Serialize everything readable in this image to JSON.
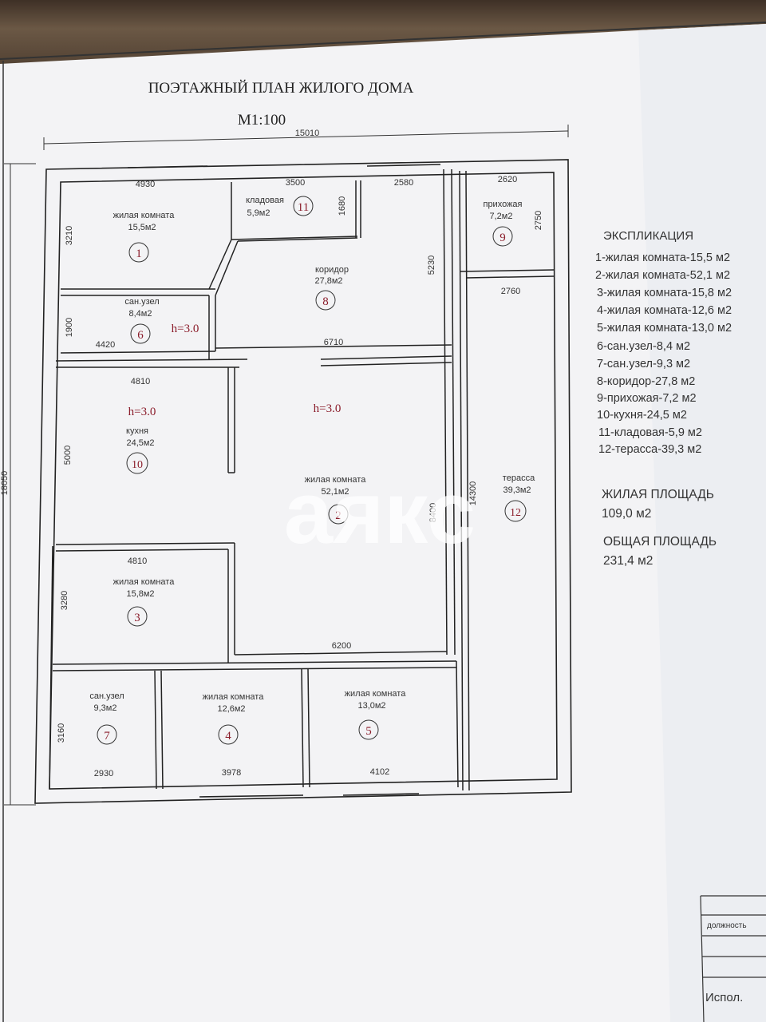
{
  "title": "ПОЭТАЖНЫЙ ПЛАН  ЖИЛОГО ДОМА",
  "scale": "М1:100",
  "overall": {
    "width": "15010",
    "height": "18050"
  },
  "rooms": [
    {
      "num": "1",
      "name": "жилая комната",
      "area": "15,5м2"
    },
    {
      "num": "2",
      "name": "жилая комната",
      "area": "52,1м2"
    },
    {
      "num": "3",
      "name": "жилая комната",
      "area": "15,8м2"
    },
    {
      "num": "4",
      "name": "жилая комната",
      "area": "12,6м2"
    },
    {
      "num": "5",
      "name": "жилая комната",
      "area": "13,0м2"
    },
    {
      "num": "6",
      "name": "сан.узел",
      "area": "8,4м2"
    },
    {
      "num": "7",
      "name": "сан.узел",
      "area": "9,3м2"
    },
    {
      "num": "8",
      "name": "коридор",
      "area": "27,8м2"
    },
    {
      "num": "9",
      "name": "прихожая",
      "area": "7,2м2"
    },
    {
      "num": "10",
      "name": "кухня",
      "area": "24,5м2"
    },
    {
      "num": "11",
      "name": "кладовая",
      "area": "5,9м2"
    },
    {
      "num": "12",
      "name": "терасса",
      "area": "39,3м2"
    }
  ],
  "heights": [
    "h=3.0",
    "h=3.0",
    "h=3.0"
  ],
  "dimensions": {
    "d4930": "4930",
    "d3500": "3500",
    "d2580": "2580",
    "d2620": "2620",
    "d3210": "3210",
    "d1680": "1680",
    "d5230": "5230",
    "d2750": "2750",
    "d2760": "2760",
    "d1900": "1900",
    "d4420": "4420",
    "d6710": "6710",
    "d4810a": "4810",
    "d5000": "5000",
    "d14300": "14300",
    "d8400": "8400",
    "d4810b": "4810",
    "d3280": "3280",
    "d6200": "6200",
    "d3160": "3160",
    "d2930": "2930",
    "d3978": "3978",
    "d4102": "4102"
  },
  "explication": {
    "heading": "ЭКСПЛИКАЦИЯ",
    "items": [
      "1-жилая комната-15,5 м2",
      "2-жилая комната-52,1 м2",
      "3-жилая комната-15,8 м2",
      "4-жилая комната-12,6 м2",
      "5-жилая комната-13,0 м2",
      "6-сан.узел-8,4 м2",
      "7-сан.узел-9,3 м2",
      "8-коридор-27,8 м2",
      "9-прихожая-7,2 м2",
      "10-кухня-24,5 м2",
      "11-кладовая-5,9 м2",
      "12-терасса-39,3 м2"
    ]
  },
  "living_area": {
    "label": "ЖИЛАЯ ПЛОЩАДЬ",
    "value": "109,0 м2"
  },
  "total_area": {
    "label": "ОБЩАЯ ПЛОЩАДЬ",
    "value": "231,4 м2"
  },
  "title_block": {
    "position": "должность",
    "executor": "Испол."
  },
  "watermark": "аякс",
  "colors": {
    "paper": "#f3f3f5",
    "line": "#2a2a2a",
    "marker": "#8b1d2b",
    "counter": "#5b4a3a"
  }
}
